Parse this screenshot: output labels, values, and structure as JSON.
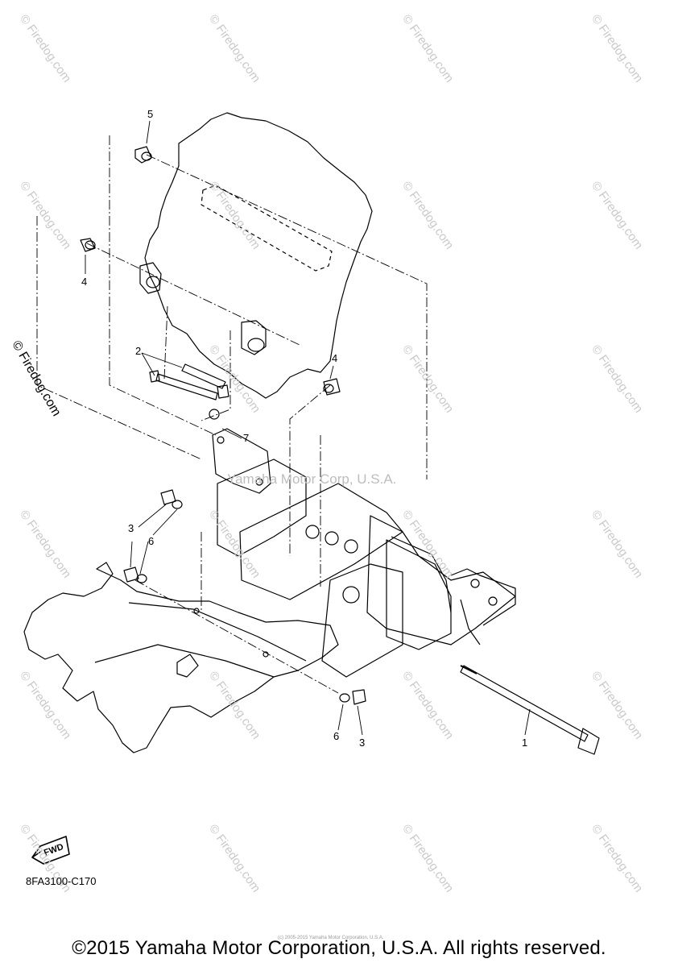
{
  "diagram": {
    "callouts": {
      "c1": "1",
      "c2": "2",
      "c3a": "3",
      "c3b": "3",
      "c4a": "4",
      "c4b": "4",
      "c5": "5",
      "c6a": "6",
      "c6b": "6",
      "c7": "7"
    },
    "fwd_label": "FWD",
    "part_code": "8FA3100-C170",
    "center_watermark": "Yamaha Motor Corp, U.S.A.",
    "side_watermark": "© Firedog.com",
    "tiny_copyright": "(c) 2005-2015 Yamaha Motor Corporation, U.S.A.",
    "copyright": "©2015 Yamaha Motor Corporation, U.S.A. All rights reserved."
  },
  "watermark": {
    "text": "© Firedog.com"
  }
}
